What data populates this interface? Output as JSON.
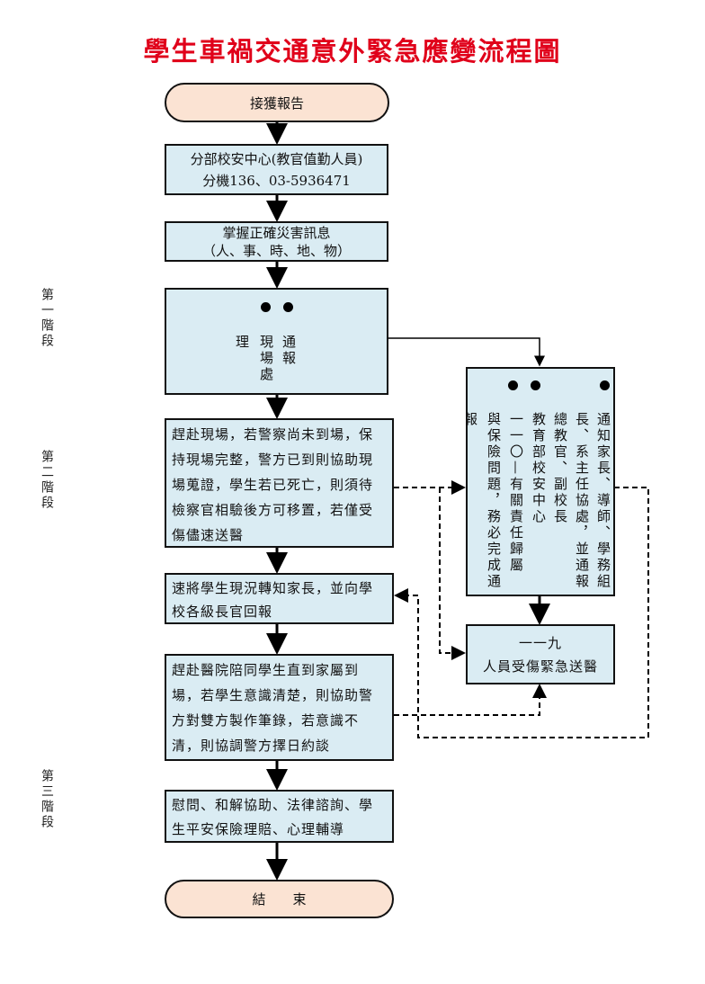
{
  "title": "學生車禍交通意外緊急應變流程圖",
  "stages": [
    "第一階段",
    "第二階段",
    "第三階段"
  ],
  "start": "接獲報告",
  "box_center": [
    "分部校安中心(教官值勤人員)",
    "分機136、03-5936471"
  ],
  "box_info": [
    "掌握正確災害訊息",
    "（人、事、時、地、物）"
  ],
  "box_dispatch": {
    "col_notify": "通報",
    "col_scene": "現場處",
    "col_handle": "理"
  },
  "box_scene": "趕赴現場，若警察尚未到場，保持現場完整，警方已到則協助現場蒐證，學生若已死亡，則須待檢察官相驗後方可移置，若僅受傷儘速送醫",
  "box_report": "速將學生現況轉知家長，並向學校各級長官回報",
  "box_hospital": "趕赴醫院陪同學生直到家屬到場，若學生意識清楚，則協助警方對雙方製作筆錄，若意識不清，則協調警方擇日約談",
  "box_aftercare": "慰問、和解協助、法律諮詢、學生平安保險理賠、心理輔導",
  "end": "結　　束",
  "notify_box": {
    "columns": [
      "通知家長、導師、學務組",
      "長、系主任協處，並通報",
      "總教官、副校長",
      "教育部校安中心",
      "一一〇—有關責任歸屬",
      "與保險問題，務必完成通",
      "報"
    ]
  },
  "emergency_box": [
    "一一九",
    "人員受傷緊急送醫"
  ]
}
